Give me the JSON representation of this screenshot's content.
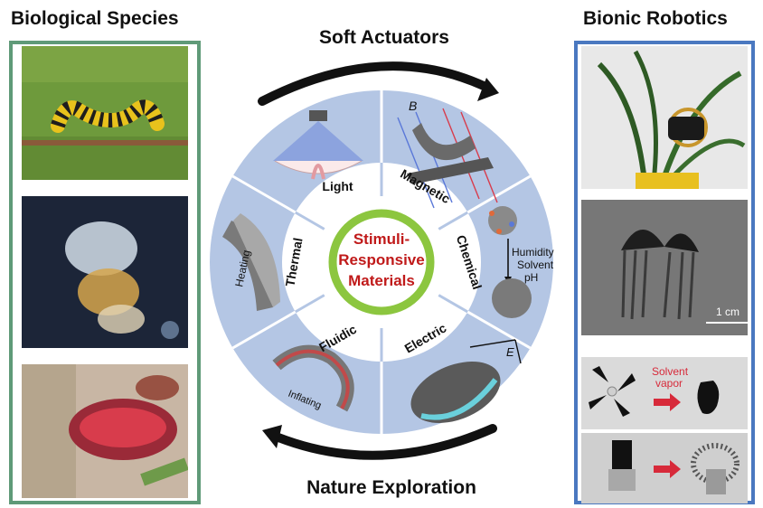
{
  "left": {
    "title": "Biological Species",
    "frame_color": "#5f9a78",
    "photos": [
      "caterpillar",
      "jellyfish",
      "venus flytrap"
    ]
  },
  "right": {
    "title": "Bionic Robotics",
    "frame_color": "#4a78c0",
    "scale_label": "1 cm",
    "solvent_label_1": "Solvent",
    "solvent_label_2": "vapor"
  },
  "top_arrow_label": "Soft Actuators",
  "bottom_arrow_label": "Nature Exploration",
  "wheel": {
    "center_line_1": "Stimuli-",
    "center_line_2": "Responsive",
    "center_line_3": "Materials",
    "center_text_color": "#c01a1a",
    "ring_color": "#8cc63f",
    "sector_color": "#b4c6e4",
    "stimuli": [
      "Light",
      "Magnetic",
      "Chemical",
      "Electric",
      "Fluidic",
      "Thermal"
    ],
    "field_symbol": "B",
    "chemical_items": [
      "Humidity",
      "Solvent",
      "pH"
    ],
    "electric_symbol": "E",
    "heating_label": "Heating",
    "inflating_label": "Inflating"
  }
}
